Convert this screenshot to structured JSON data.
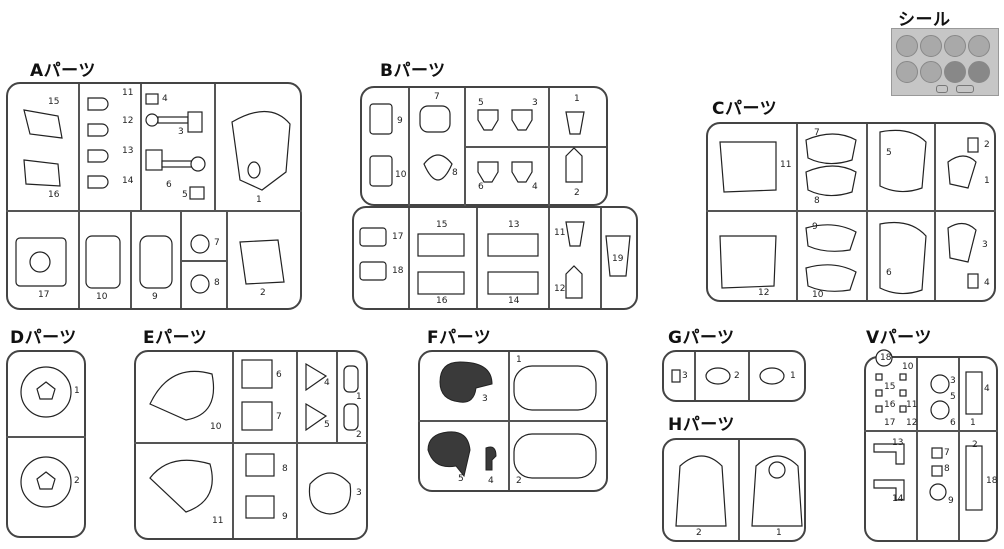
{
  "titles": {
    "A": "Aパーツ",
    "B": "Bパーツ",
    "C": "Cパーツ",
    "D": "Dパーツ",
    "E": "Eパーツ",
    "F": "Fパーツ",
    "G": "Gパーツ",
    "H": "Hパーツ",
    "V": "Vパーツ",
    "seal": "シール"
  },
  "part_numbers": {
    "A": [
      "1",
      "2",
      "3",
      "4",
      "5",
      "6",
      "7",
      "8",
      "9",
      "10",
      "11",
      "12",
      "13",
      "14",
      "15",
      "16",
      "17"
    ],
    "B": [
      "1",
      "2",
      "3",
      "4",
      "5",
      "6",
      "7",
      "8",
      "9",
      "10",
      "11",
      "12",
      "13",
      "14",
      "15",
      "16",
      "17",
      "18",
      "19"
    ],
    "C": [
      "1",
      "2",
      "3",
      "4",
      "5",
      "6",
      "7",
      "8",
      "9",
      "10",
      "11",
      "12"
    ],
    "D": [
      "1",
      "2"
    ],
    "E": [
      "1",
      "2",
      "3",
      "4",
      "5",
      "6",
      "7",
      "8",
      "9",
      "10",
      "11"
    ],
    "F": [
      "1",
      "2",
      "3",
      "4",
      "5"
    ],
    "G": [
      "1",
      "2",
      "3"
    ],
    "H": [
      "1",
      "2"
    ],
    "V": [
      "1",
      "2",
      "3",
      "4",
      "5",
      "6",
      "7",
      "8",
      "9",
      "10",
      "11",
      "12",
      "13",
      "14",
      "15",
      "16",
      "17",
      "18"
    ]
  },
  "v_badge": "18"
}
